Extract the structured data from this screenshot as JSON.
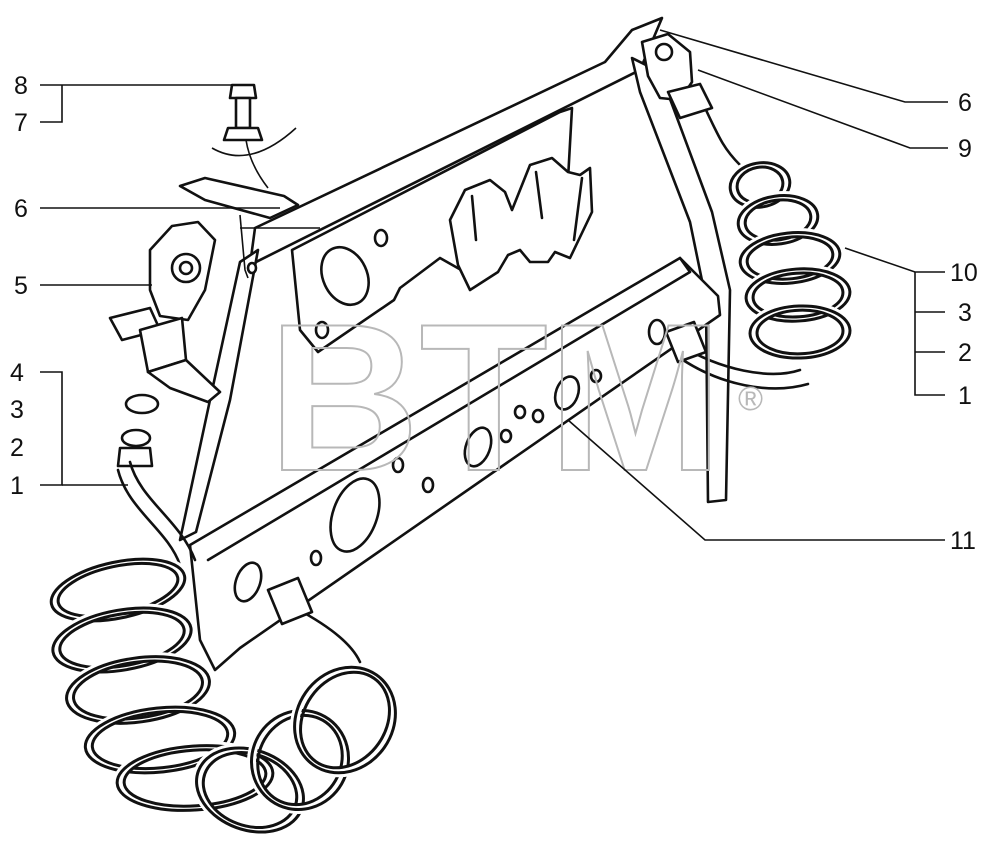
{
  "diagram": {
    "callouts": [
      {
        "id": "c8",
        "text": "8"
      },
      {
        "id": "c7",
        "text": "7"
      },
      {
        "id": "c6a",
        "text": "6"
      },
      {
        "id": "c5",
        "text": "5"
      },
      {
        "id": "c4a",
        "text": "4"
      },
      {
        "id": "c3a",
        "text": "3"
      },
      {
        "id": "c2a",
        "text": "2"
      },
      {
        "id": "c1a",
        "text": "1"
      },
      {
        "id": "c6b",
        "text": "6"
      },
      {
        "id": "c9",
        "text": "9"
      },
      {
        "id": "c10",
        "text": "10"
      },
      {
        "id": "c3b",
        "text": "3"
      },
      {
        "id": "c2b",
        "text": "2"
      },
      {
        "id": "c1b",
        "text": "1"
      },
      {
        "id": "c11",
        "text": "11"
      }
    ],
    "watermark": {
      "text": "BTM",
      "mark": "®"
    },
    "colors": {
      "ink": "#111111",
      "watermark": "#b8b8b8",
      "background": "#ffffff"
    }
  }
}
